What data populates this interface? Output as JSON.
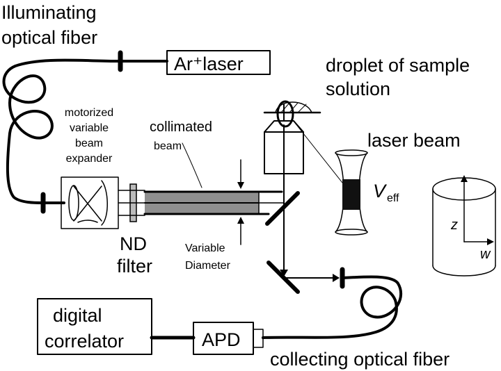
{
  "labels": {
    "illuminating_fiber": [
      "Illuminating",
      "optical fiber"
    ],
    "laser_source": "Ar⁺laser",
    "droplet": [
      "droplet of sample",
      "solution"
    ],
    "expander": [
      "motorized",
      "variable",
      "beam",
      "expander"
    ],
    "collimated_beam": [
      "collimated",
      "beam"
    ],
    "laser_beam": "laser beam",
    "veff_main": "V",
    "veff_sub": "eff",
    "nd_filter": [
      "ND",
      "filter"
    ],
    "variable_diameter": [
      "Variable",
      "Diameter"
    ],
    "axis_z": "z",
    "axis_w": "w",
    "correlator": [
      "digital",
      "correlator"
    ],
    "apd": "APD",
    "collecting_fiber": "collecting optical fiber"
  }
}
